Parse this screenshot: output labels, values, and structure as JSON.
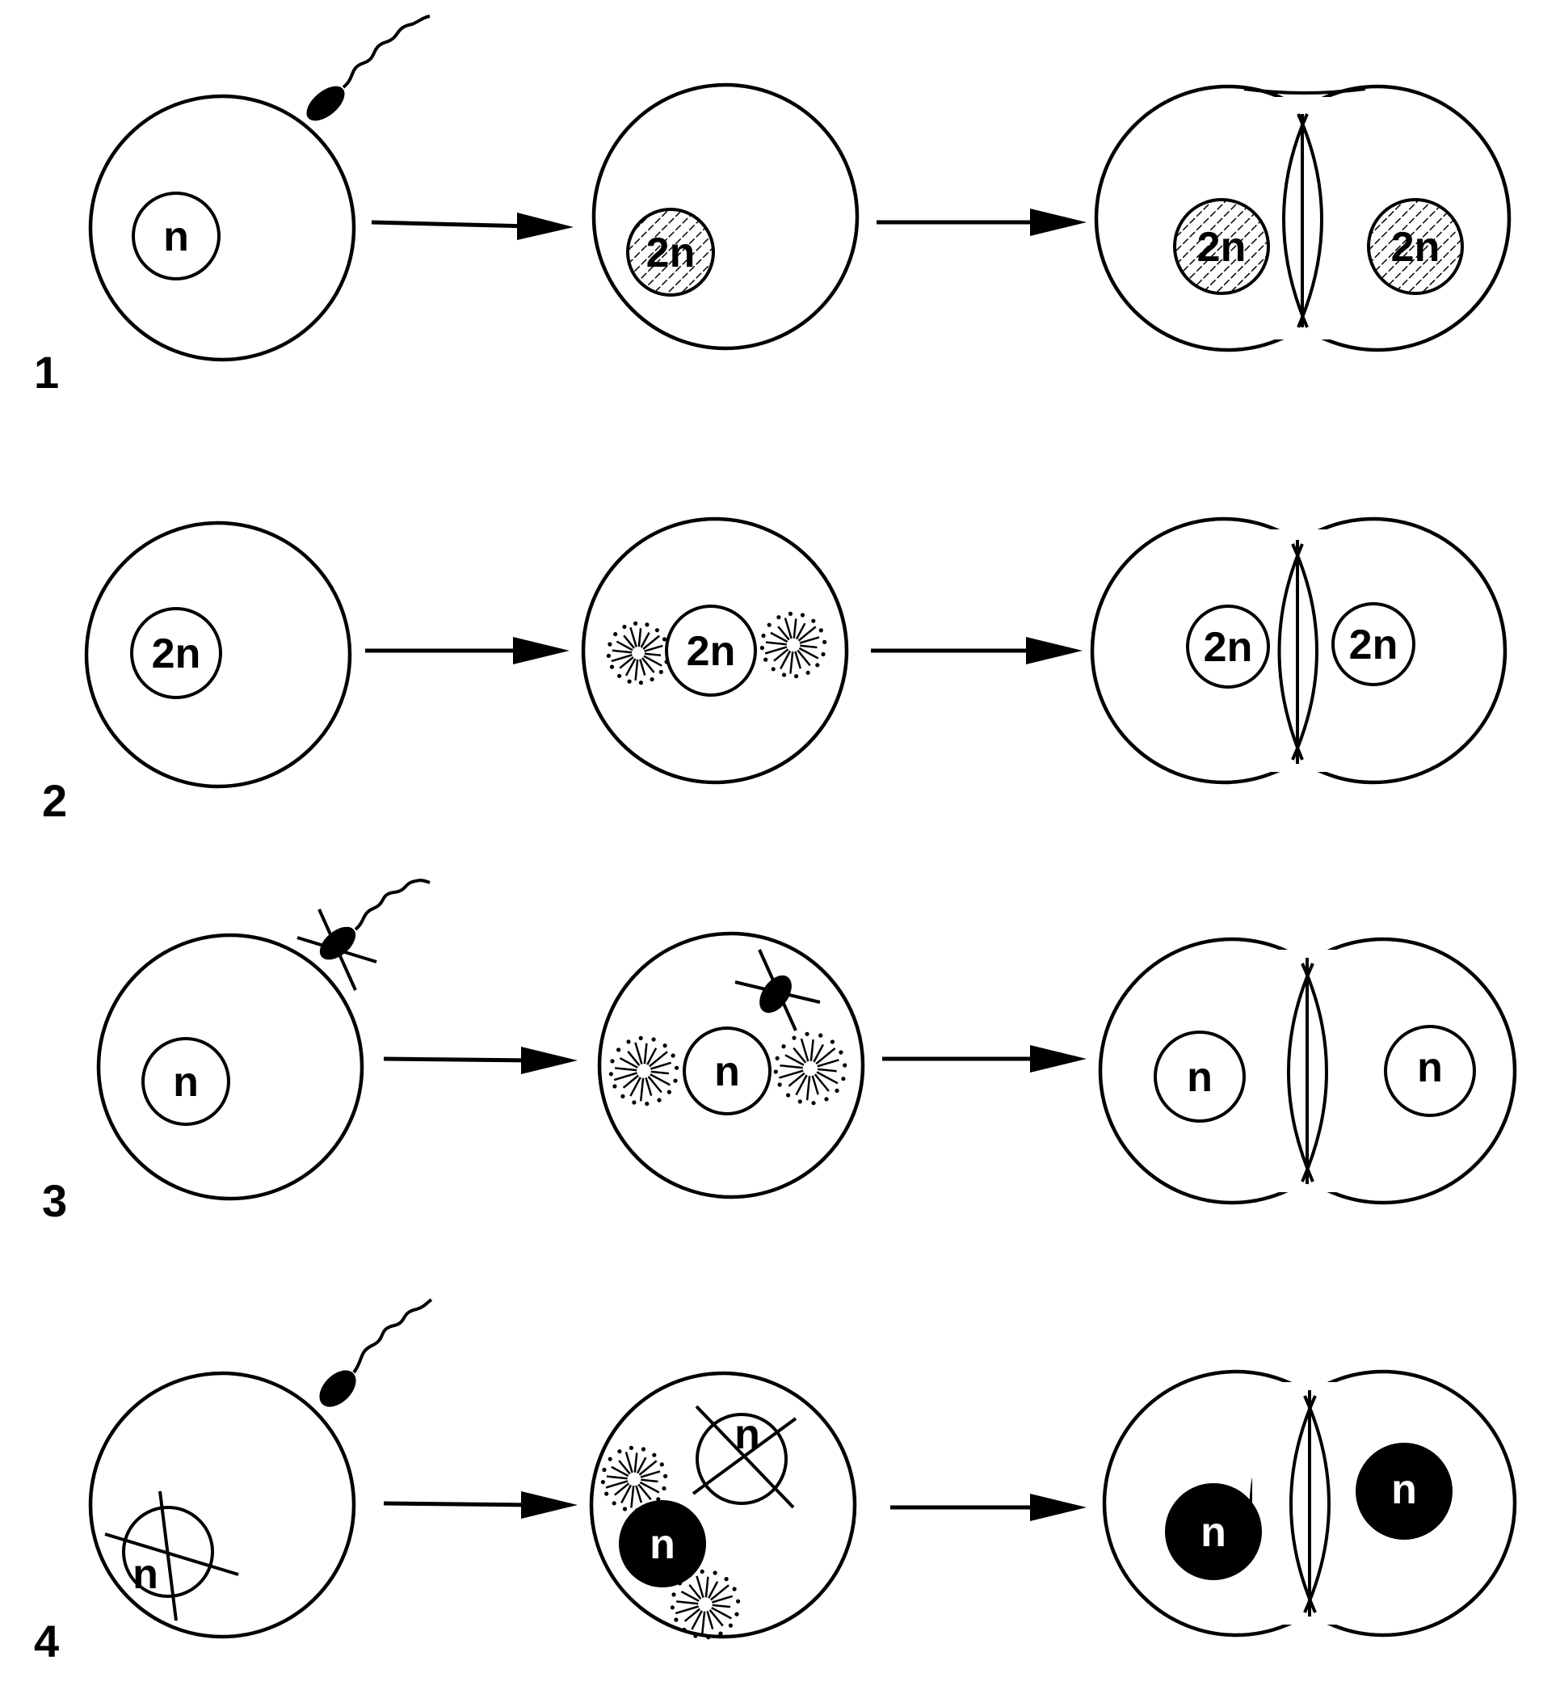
{
  "rows": [
    {
      "number": "1",
      "stages": [
        {
          "nuclei": [
            "n"
          ]
        },
        {
          "nuclei": [
            "2n"
          ]
        },
        {
          "nuclei": [
            "2n",
            "2n"
          ]
        }
      ]
    },
    {
      "number": "2",
      "stages": [
        {
          "nuclei": [
            "2n"
          ]
        },
        {
          "nuclei": [
            "2n"
          ]
        },
        {
          "nuclei": [
            "2n",
            "2n"
          ]
        }
      ]
    },
    {
      "number": "3",
      "stages": [
        {
          "nuclei": [
            "n"
          ]
        },
        {
          "nuclei": [
            "n"
          ]
        },
        {
          "nuclei": [
            "n",
            "n"
          ]
        }
      ]
    },
    {
      "number": "4",
      "stages": [
        {
          "nuclei": [
            "n"
          ]
        },
        {
          "nuclei": [
            "n",
            "n"
          ]
        },
        {
          "nuclei": [
            "n",
            "n"
          ]
        }
      ]
    }
  ],
  "colors": {
    "ink": "#000000",
    "background": "#ffffff"
  }
}
